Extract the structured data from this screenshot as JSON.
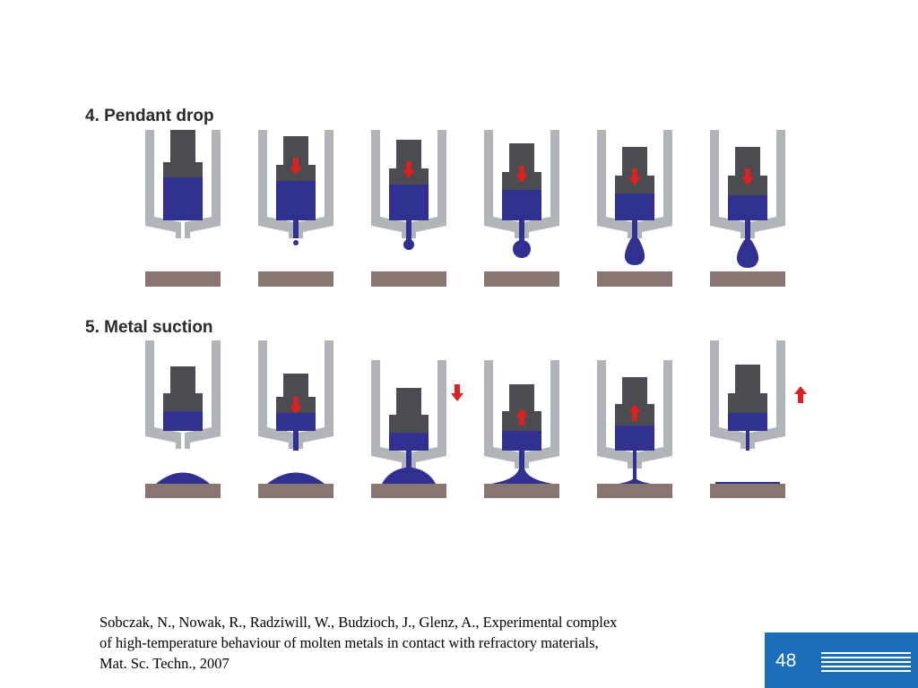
{
  "sections": [
    {
      "title": "4. Pendant drop"
    },
    {
      "title": "5. Metal suction"
    }
  ],
  "citation": {
    "line1": "Sobczak, N., Nowak, R., Radziwill, W., Budzioch, J., Glenz, A., Experimental complex",
    "line2": "of high-temperature behaviour of molten metals in contact with refractory materials,",
    "line3": "Mat. Sc. Techn., 2007"
  },
  "page_number": "48",
  "colors": {
    "capillary": "#b1b5b9",
    "piston": "#4b4c51",
    "metal": "#303090",
    "substrate": "#8a7670",
    "arrow": "#dd2020",
    "footer": "#1a6fb8"
  }
}
